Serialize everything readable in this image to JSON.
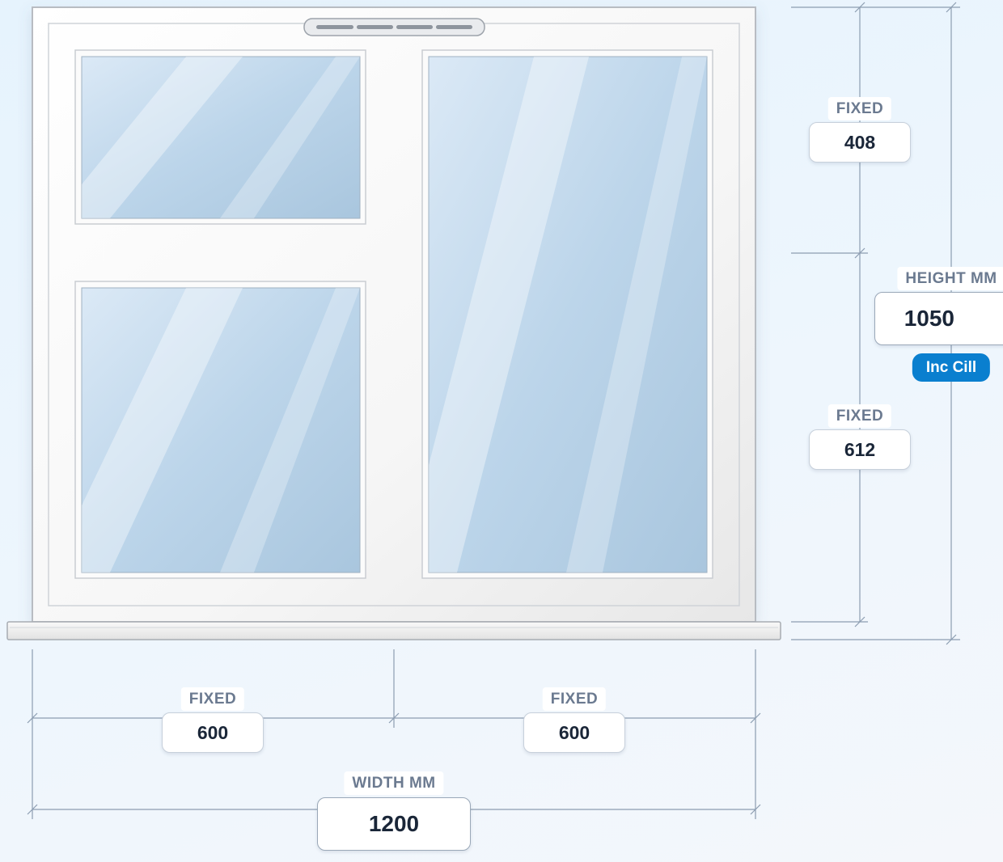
{
  "colors": {
    "frame": "#f8f8f8",
    "frame_edge": "#b8bcc2",
    "glass_light": "#dbe9f6",
    "glass_dark": "#a9c6de",
    "dimension_line": "#8c9db1",
    "accent": "#0a7fcf"
  },
  "window": {
    "vent_icon": "trickle-vent-icon",
    "panes": [
      {
        "name": "top-left-pane"
      },
      {
        "name": "bottom-left-pane"
      },
      {
        "name": "right-pane"
      }
    ]
  },
  "height": {
    "top_section": {
      "label": "FIXED",
      "value": "408"
    },
    "bottom_section": {
      "label": "FIXED",
      "value": "612"
    },
    "total": {
      "label": "HEIGHT MM",
      "value": "1050"
    },
    "cill_badge": "Inc Cill"
  },
  "width": {
    "left_section": {
      "label": "FIXED",
      "value": "600"
    },
    "right_section": {
      "label": "FIXED",
      "value": "600"
    },
    "total": {
      "label": "WIDTH MM",
      "value": "1200"
    }
  }
}
